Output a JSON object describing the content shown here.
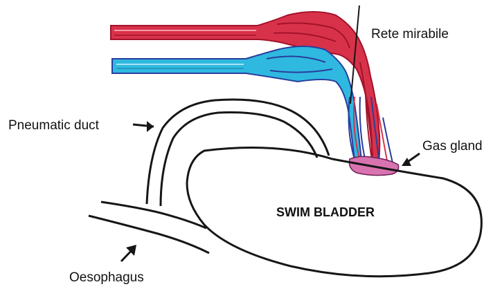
{
  "labels": {
    "rete_mirabile": "Rete mirabile",
    "pneumatic_duct": "Pneumatic duct",
    "gas_gland": "Gas gland",
    "swim_bladder": "SWIM BLADDER",
    "oesophagus": "Oesophagus"
  },
  "colors": {
    "artery": "#d8324a",
    "artery_dark": "#a3122a",
    "vein": "#2fb9e0",
    "vein_dark": "#2a3d9c",
    "gland": "#d873b0",
    "outline": "#161616"
  }
}
